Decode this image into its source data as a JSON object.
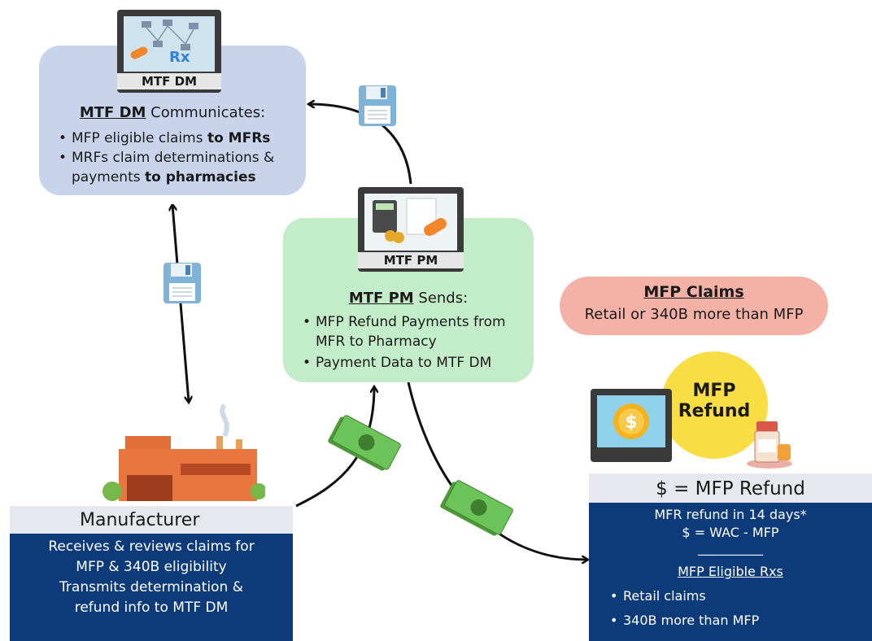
{
  "dm_box": {
    "monitor_label": "MTF DM",
    "title_bold": "MTF DM",
    "title_rest": " Communicates:",
    "items": [
      {
        "pre": "MFP eligible claims ",
        "bold": "to MFRs"
      },
      {
        "pre": "MRFs claim determinations & payments ",
        "bold": "to pharmacies"
      }
    ]
  },
  "pm_box": {
    "monitor_label": "MTF PM",
    "title_bold": "MTF PM",
    "title_rest": " Sends:",
    "items": [
      "MFP Refund Payments from MFR to Pharmacy",
      "Payment Data to MTF DM"
    ]
  },
  "claims_pill": {
    "title": "MFP Claims",
    "subtitle": "Retail or 340B more than MFP"
  },
  "refund_circle": {
    "line1": "MFP",
    "line2": "Refund"
  },
  "manufacturer": {
    "header": "Manufacturer",
    "lines": [
      "Receives & reviews claims for",
      "MFP & 340B eligibility",
      "Transmits determination &",
      "refund info to MTF DM"
    ]
  },
  "refund_panel": {
    "header": "$ = MFP Refund",
    "line1": "MFR refund in 14 days*",
    "line2": "$ = WAC - MFP",
    "divider": "__________",
    "subtitle": "MFP Eligible Rxs",
    "items": [
      "Retail claims",
      "340B more than MFP"
    ]
  },
  "icons": {
    "rx_symbol": "Rx",
    "dollar_symbol": "$"
  },
  "colors": {
    "dm_box": "#c9d4ec",
    "pm_box": "#c3ecc8",
    "claims_pill": "#f4b2a6",
    "navy": "#0d3a78",
    "refund_circle": "#f8dd44"
  }
}
